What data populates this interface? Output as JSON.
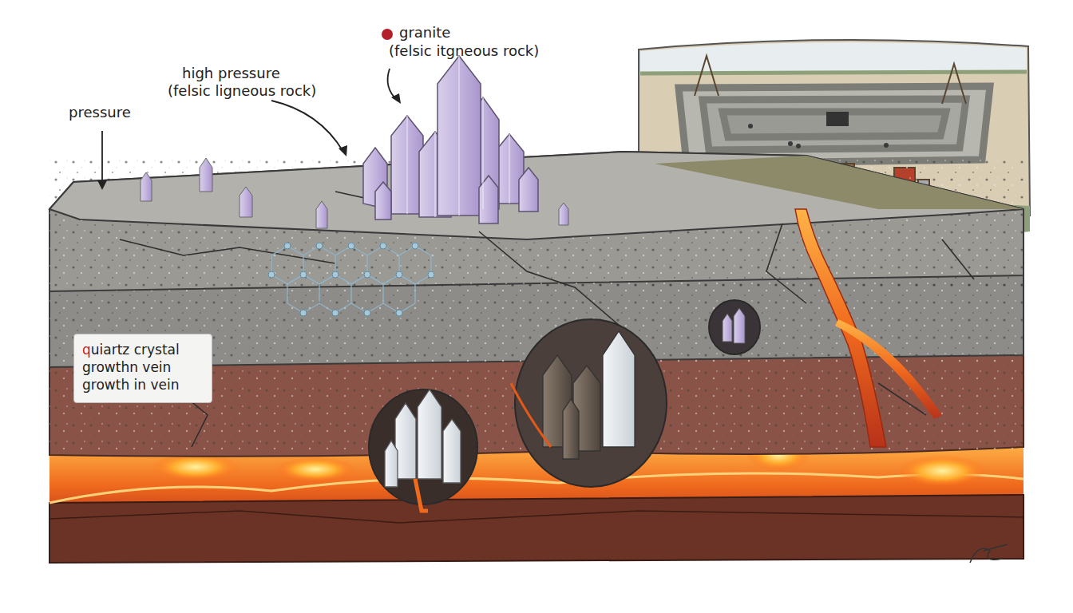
{
  "diagram": {
    "nodes": [
      {
        "text": [
          "quiartz crystal growthn vein growth in vein"
        ]
      }
    ],
    "labels": [
      "granite",
      "(felsic itgneous rock)",
      "high pressure",
      "(felsic ligneous rock)",
      "pressure"
    ]
  }
}
